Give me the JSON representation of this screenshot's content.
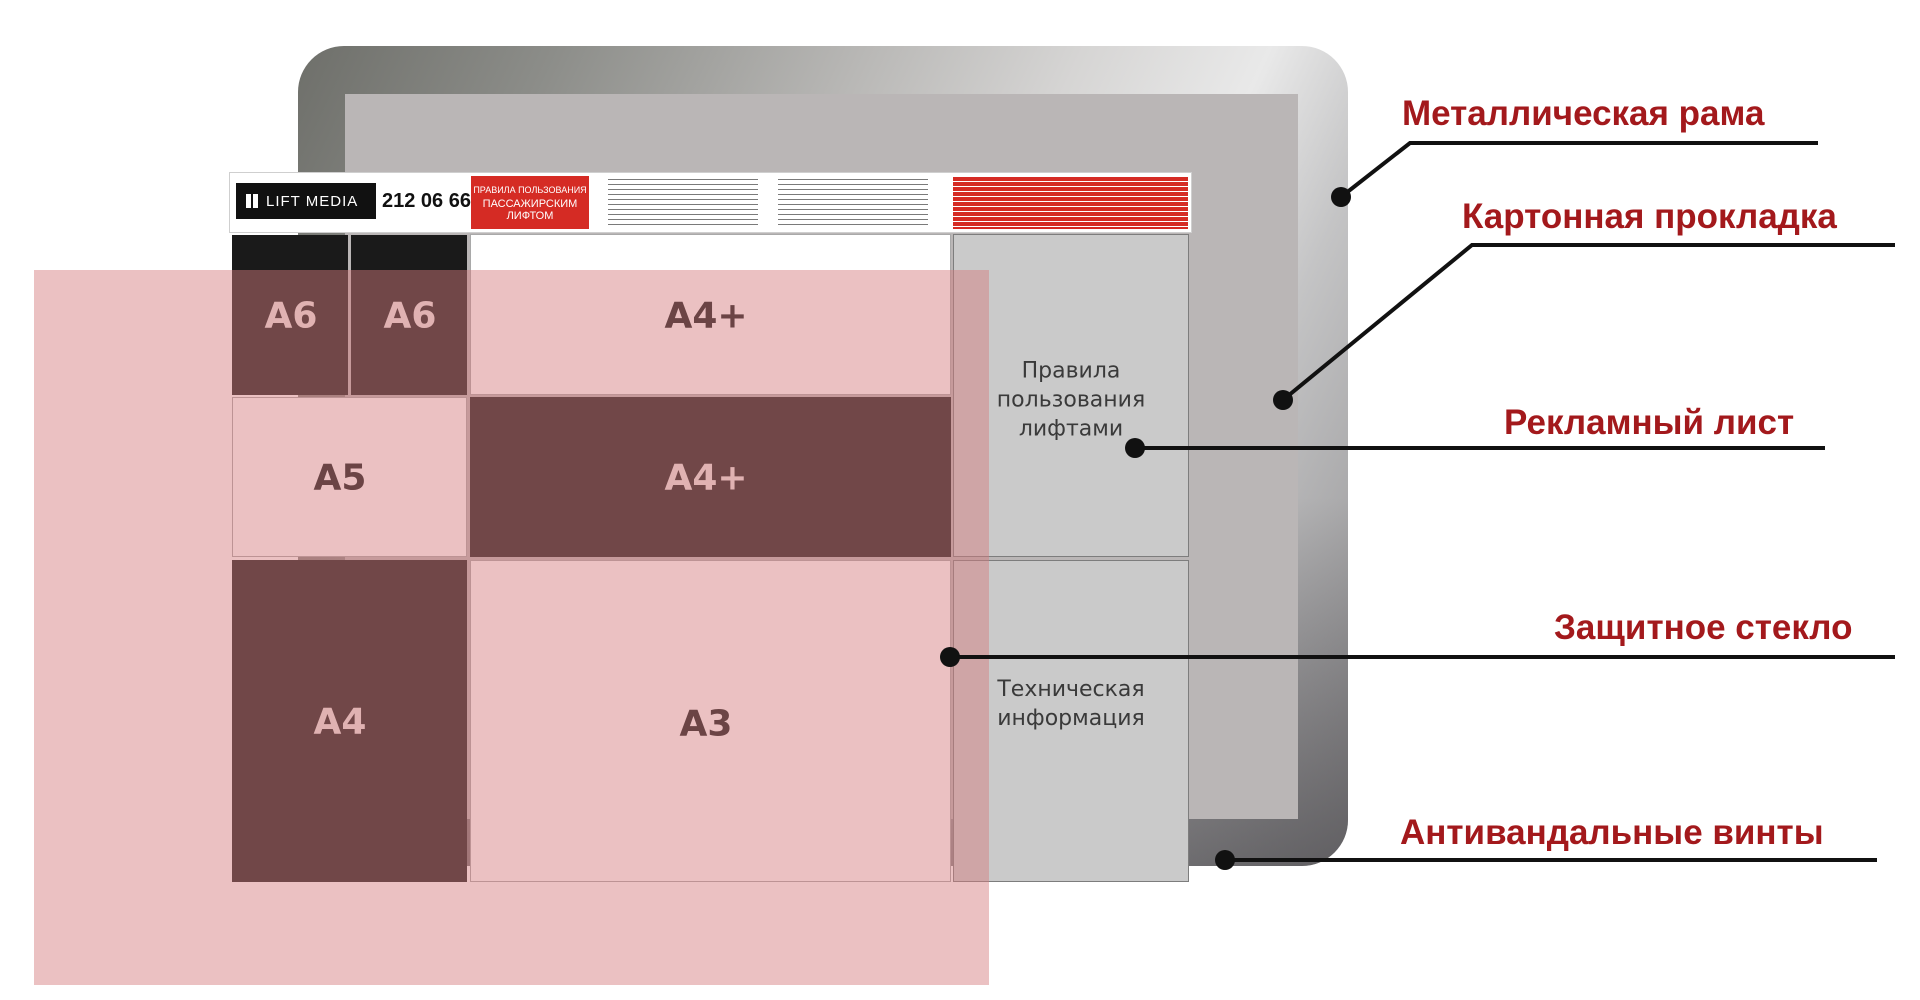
{
  "header": {
    "logo_text": "LIFT MEDIA",
    "phone": "212 06 66",
    "rules_line1": "ПРАВИЛА ПОЛЬЗОВАНИЯ",
    "rules_line2": "ПАССАЖИРСКИМ ЛИФТОМ"
  },
  "grid": {
    "a6_left": "A6",
    "a6_right": "A6",
    "a4plus_top": "A4+",
    "a5": "A5",
    "a4plus_mid": "A4+",
    "a4": "A4",
    "a3": "A3",
    "rules_info": "Правила пользования лифтами",
    "tech_info": "Техническая информация"
  },
  "callouts": {
    "metal_frame": "Металлическая рама",
    "cardboard": "Картонная прокладка",
    "ad_sheet": "Рекламный лист",
    "glass": "Защитное стекло",
    "screws": "Антивандальные винты"
  },
  "colors": {
    "callout_text": "#a3191c",
    "overlay": "#d57b7d",
    "header_red": "#d52b24"
  }
}
